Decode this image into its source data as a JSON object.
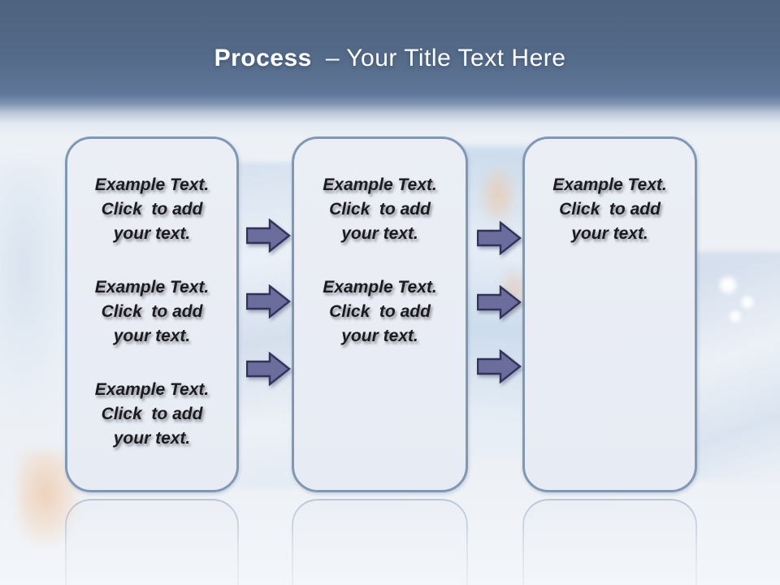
{
  "title": {
    "bold": "Process",
    "rest": "– Your Title Text Here"
  },
  "boxes": [
    {
      "name": "box-1",
      "paragraphs": [
        {
          "lines": [
            "Example Text.",
            "Click  to add",
            "your text."
          ]
        },
        {
          "lines": [
            "Example Text.",
            "Click  to add",
            "your text."
          ]
        },
        {
          "lines": [
            "Example Text.",
            "Click  to add",
            "your text."
          ]
        }
      ]
    },
    {
      "name": "box-2",
      "paragraphs": [
        {
          "lines": [
            "Example Text.",
            "Click  to add",
            "your text."
          ]
        },
        {
          "lines": [
            "Example Text.",
            "Click  to add",
            "your text."
          ]
        }
      ]
    },
    {
      "name": "box-3",
      "paragraphs": [
        {
          "lines": [
            "Example Text.",
            "Click  to add",
            "your text."
          ]
        }
      ]
    }
  ],
  "arrows": {
    "direction": "right",
    "columns": 2,
    "per_column": 3
  },
  "colors": {
    "header_top": "#4d6380",
    "header_mid": "#647b9c",
    "canvas": "#eef1f6",
    "box_fill": "#e9edf4",
    "box_border": "#7e98b6",
    "arrow_fill": "#6b6e9d",
    "arrow_border": "#32325a",
    "title_text": "#ffffff",
    "body_text": "#1b1b1f"
  }
}
